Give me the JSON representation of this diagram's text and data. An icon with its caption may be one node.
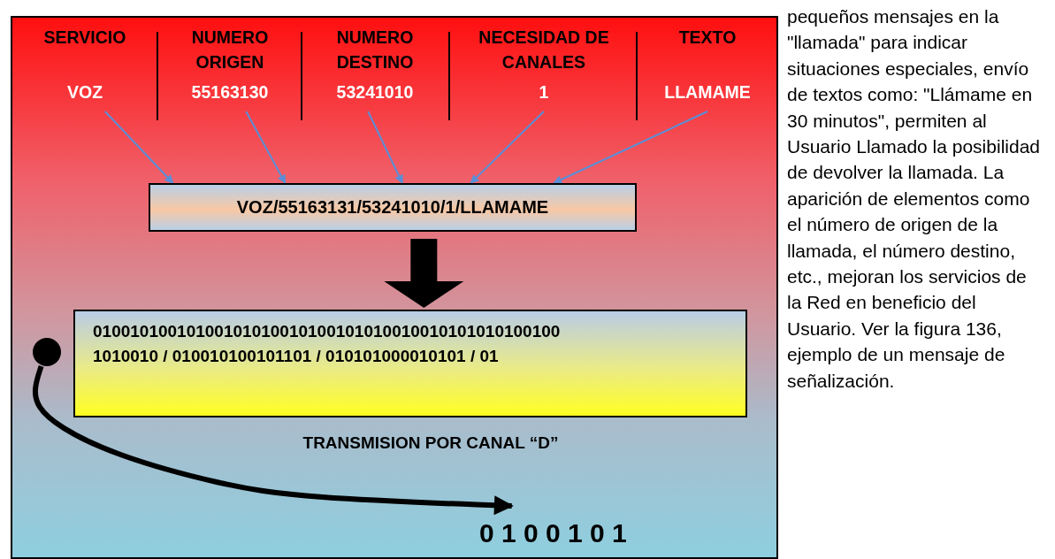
{
  "diagram": {
    "nodes": [
      {
        "text": [],
        "shape": "box"
      },
      {
        "text": [
          "SERVICIO",
          "VOZ"
        ],
        "in": 0
      },
      {
        "text": [
          "NUMERO ORIGEN",
          "55163130"
        ],
        "in": 0
      },
      {
        "text": [
          "NUMERO DESTINO",
          "53241010"
        ],
        "in": 0
      },
      {
        "text": [
          "NECESIDAD DE CANALES",
          "1"
        ],
        "in": 0
      },
      {
        "text": [
          "TEXTO",
          "LLAMAME"
        ],
        "in": 0
      },
      {
        "text": [
          "VOZ/55163131/53241010/1/LLAMAME"
        ],
        "in": 0
      },
      {
        "text": [
          "01001010010100101010010100101010010010101010100100",
          "1010010 / 010010100101101 / 010101000010101 / 01"
        ],
        "in": 0
      },
      {
        "text": [],
        "shape": "circle",
        "in": 0
      },
      {
        "text": [
          "0 1 0 0 1 0 1"
        ],
        "in": 0
      }
    ],
    "edges": [
      {
        "from": 1,
        "to": 6,
        "arrow": "to"
      },
      {
        "from": 2,
        "to": 6,
        "arrow": "to"
      },
      {
        "from": 3,
        "to": 6,
        "arrow": "to"
      },
      {
        "from": 4,
        "to": 6,
        "arrow": "to"
      },
      {
        "from": 5,
        "to": 6,
        "arrow": "to"
      },
      {
        "from": 6,
        "to": 7,
        "arrow": "to",
        "style": "thick",
        "color": "#000000"
      },
      {
        "from": 8,
        "to": 9,
        "arrow": "to",
        "style": "thick",
        "color": "#000000"
      }
    ],
    "labels": [
      "TRANSMISION POR CANAL “D”",
      "pequeños mensajes en la \"llamada\" para indicar situaciones especiales, envío de textos como: \"Llámame en 30 minutos\", permiten al Usuario Llamado la posibilidad de devolver la llamada. La aparición de elementos como el número de origen de la llamada, el número destino, etc., mejoran los servicios de la Red en beneficio del Usuario. Ver la figura 136, ejemplo de un mensaje de señalización."
    ]
  }
}
